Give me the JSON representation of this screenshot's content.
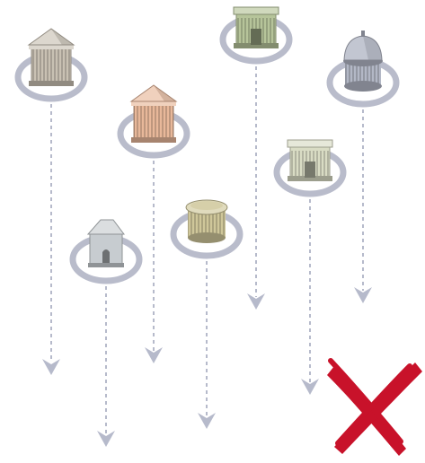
{
  "buildings": [
    {
      "name": "temple-pediment",
      "style": "pediment",
      "color": "#c9c1b3"
    },
    {
      "name": "temple-peach",
      "style": "pediment",
      "color": "#e8b89a"
    },
    {
      "name": "chapel-small",
      "style": "chapel",
      "color": "#c7ccd0"
    },
    {
      "name": "rotunda-cylinder",
      "style": "cylinder",
      "color": "#cfc79a"
    },
    {
      "name": "temple-flat-green",
      "style": "flat",
      "color": "#b6c49a"
    },
    {
      "name": "building-flat-cream",
      "style": "flat",
      "color": "#d9dcc4"
    },
    {
      "name": "rotunda-dome",
      "style": "dome",
      "color": "#b3b8c6"
    }
  ],
  "colors": {
    "ring": "#b9bccb",
    "arrow": "#b6bacb",
    "cross": "#c8122a"
  },
  "icons": {
    "cross": "x-mark-icon",
    "arrow": "dashed-down-arrow-icon",
    "base": "ring-base-icon"
  }
}
